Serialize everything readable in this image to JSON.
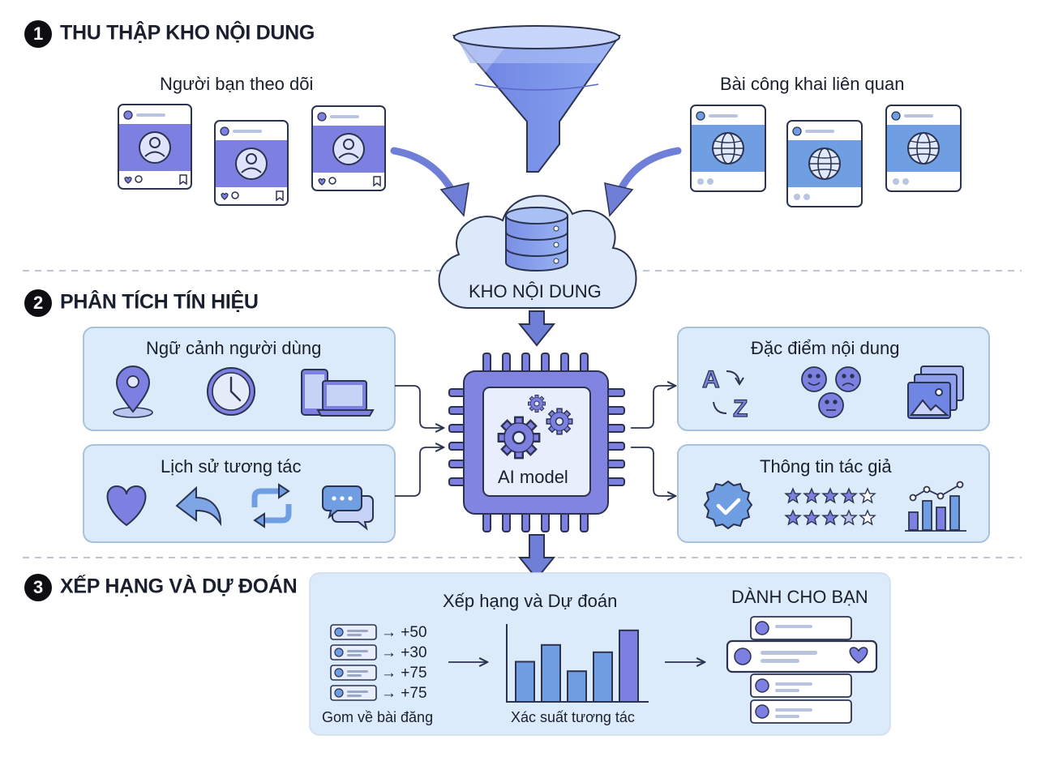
{
  "sections": [
    {
      "num": "1",
      "title": "THU THẬP KHO NỘI DUNG"
    },
    {
      "num": "2",
      "title": "PHÂN TÍCH TÍN HIỆU"
    },
    {
      "num": "3",
      "title": "XẾP HẠNG VÀ DỰ ĐOÁN"
    }
  ],
  "collect": {
    "following_label": "Người bạn theo dõi",
    "public_label": "Bài công khai liên quan",
    "store_label": "KHO NỘI DUNG"
  },
  "signals": {
    "user_context": "Ngữ cảnh người dùng",
    "interaction_history": "Lịch sử tương tác",
    "content_features": "Đặc điểm nội dung",
    "author_info": "Thông tin tác giả",
    "model_label": "AI model"
  },
  "ranking": {
    "title": "Xếp hạng và Dự đoán",
    "scores": [
      "→ +50",
      "→ +30",
      "→ +75",
      "→ +75"
    ],
    "gather_label": "Gom về bài đăng",
    "prob_label": "Xác suất tương tác",
    "feed_title": "DÀNH CHO BẠN",
    "bars": [
      0.55,
      0.78,
      0.42,
      0.68,
      0.98
    ]
  },
  "icons": [
    "funnel-icon",
    "database-icon",
    "user-icon",
    "globe-icon",
    "heart-icon",
    "comment-icon",
    "bookmark-icon",
    "location-pin-icon",
    "clock-icon",
    "devices-icon",
    "reply-icon",
    "repost-icon",
    "chat-bubbles-icon",
    "translate-icon",
    "emotion-faces-icon",
    "image-stack-icon",
    "verified-badge-icon",
    "star-rating-icon",
    "bar-trend-icon",
    "gears-icon"
  ],
  "colors": {
    "purple": "#7d80e0",
    "blue": "#6f9fe2",
    "panel": "#dcebfa",
    "outline": "#2c3350"
  }
}
